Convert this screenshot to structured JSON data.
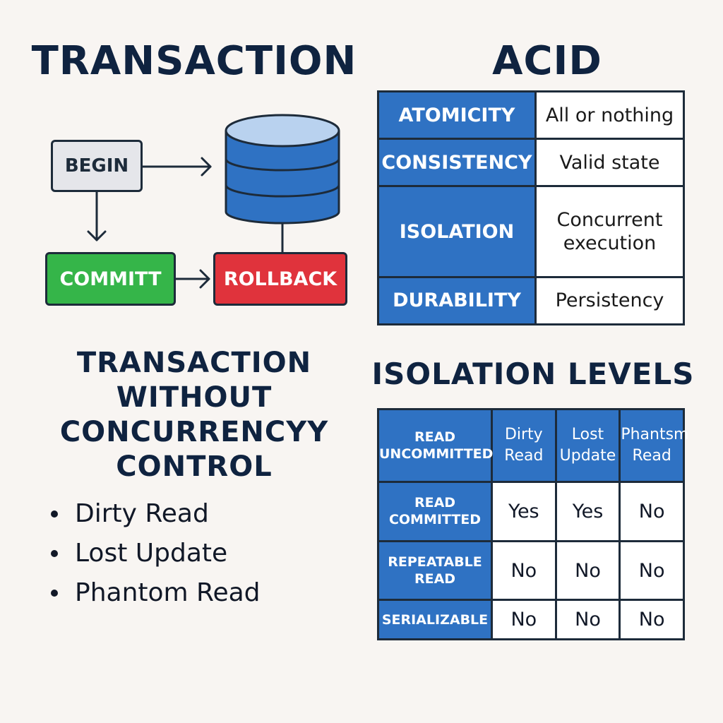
{
  "transaction_section": {
    "title": "TRANSACTION",
    "begin_label": "BEGIN",
    "commit_label": "COMMITT",
    "rollback_label": "ROLLBACK",
    "icons": [
      "database-icon",
      "arrow-right-icon",
      "arrow-down-icon"
    ]
  },
  "acid_section": {
    "title": "ACID",
    "rows": [
      {
        "property": "ATOMICITY",
        "description": "All or nothing"
      },
      {
        "property": "CONSISTENCY",
        "description": "Valid state"
      },
      {
        "property": "ISOLATION",
        "description": "Concurrent execution"
      },
      {
        "property": "DURABILITY",
        "description": "Persistency"
      }
    ]
  },
  "concurrency_section": {
    "title": "TRANSACTION WITHOUT CONCURRENCYY CONTROL",
    "items": [
      "Dirty Read",
      "Lost Update",
      "Phantom Read"
    ]
  },
  "isolation_section": {
    "title": "ISOLATION LEVELS",
    "header": {
      "corner": "READ UNCOMMITTED",
      "columns": [
        "Dirty Read",
        "Lost Update",
        "Phantsm Read"
      ]
    },
    "rows": [
      {
        "level": "READ COMMITTED",
        "values": [
          "Yes",
          "Yes",
          "No"
        ]
      },
      {
        "level": "REPEATABLE READ",
        "values": [
          "No",
          "No",
          "No"
        ]
      },
      {
        "level": "SERIALIZABLE",
        "values": [
          "No",
          "No",
          "No"
        ]
      }
    ]
  },
  "colors": {
    "navy": "#0f2340",
    "blue": "#2f72c3",
    "green": "#35b549",
    "red": "#e0333c",
    "gray": "#e5e6ea",
    "background": "#f8f5f2"
  }
}
